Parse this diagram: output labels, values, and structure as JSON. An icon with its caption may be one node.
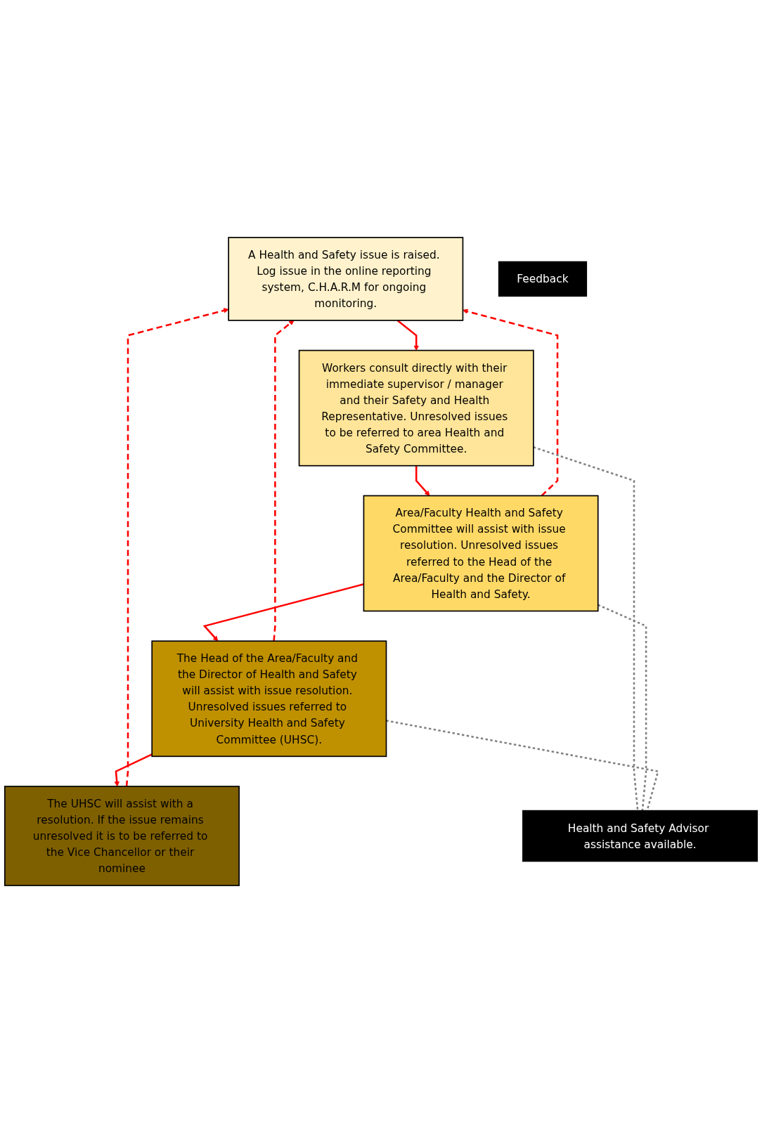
{
  "diagram": {
    "nodes": [
      {
        "text": [
          "A Health and Safety issue is raised. Log issue in the online reporting system, C.H.A.R.M for ongoing monitoring."
        ]
      },
      {
        "text": [
          "Workers consult directly with their immediate supervisor / manager and their Safety and Health Representative. Unresolved issues to be referred to area Health and Safety Committee."
        ]
      },
      {
        "text": [
          "Area/Faculty Health and Safety Committee will assist with issue resolution. Unresolved issues referred to the Head of the Area/Faculty and the Director of Health and Safety."
        ]
      },
      {
        "text": [
          "The Head of the Area/Faculty and the Director of Health and Safety will assist with issue resolution. Unresolved issues referred to University Health and Safety Committee (UHSC)."
        ]
      },
      {
        "text": [
          "The UHSC will assist with a resolution. If the issue remains unresolved it is to be referred to the Vice Chancellor or their nominee"
        ]
      },
      {
        "text": [
          "Feedback"
        ]
      },
      {
        "text": [
          "Health and Safety Advisor assistance available."
        ]
      }
    ],
    "edges": [
      {
        "from": 0,
        "to": 1,
        "arrow": "to"
      },
      {
        "from": 1,
        "to": 2,
        "arrow": "to"
      },
      {
        "from": 2,
        "to": 3,
        "arrow": "to"
      },
      {
        "from": 3,
        "to": 4,
        "arrow": "to"
      },
      {
        "from": 2,
        "to": 0,
        "arrow": "to",
        "style": "dashed"
      },
      {
        "from": 3,
        "to": 0,
        "arrow": "to",
        "style": "dashed"
      },
      {
        "from": 4,
        "to": 0,
        "arrow": "to",
        "style": "dashed"
      },
      {
        "from": 1,
        "to": 6,
        "arrow": "none",
        "style": "dashed",
        "color": "#808080"
      },
      {
        "from": 2,
        "to": 6,
        "arrow": "none",
        "style": "dashed",
        "color": "#808080"
      },
      {
        "from": 3,
        "to": 6,
        "arrow": "none",
        "style": "dashed",
        "color": "#808080"
      }
    ]
  }
}
